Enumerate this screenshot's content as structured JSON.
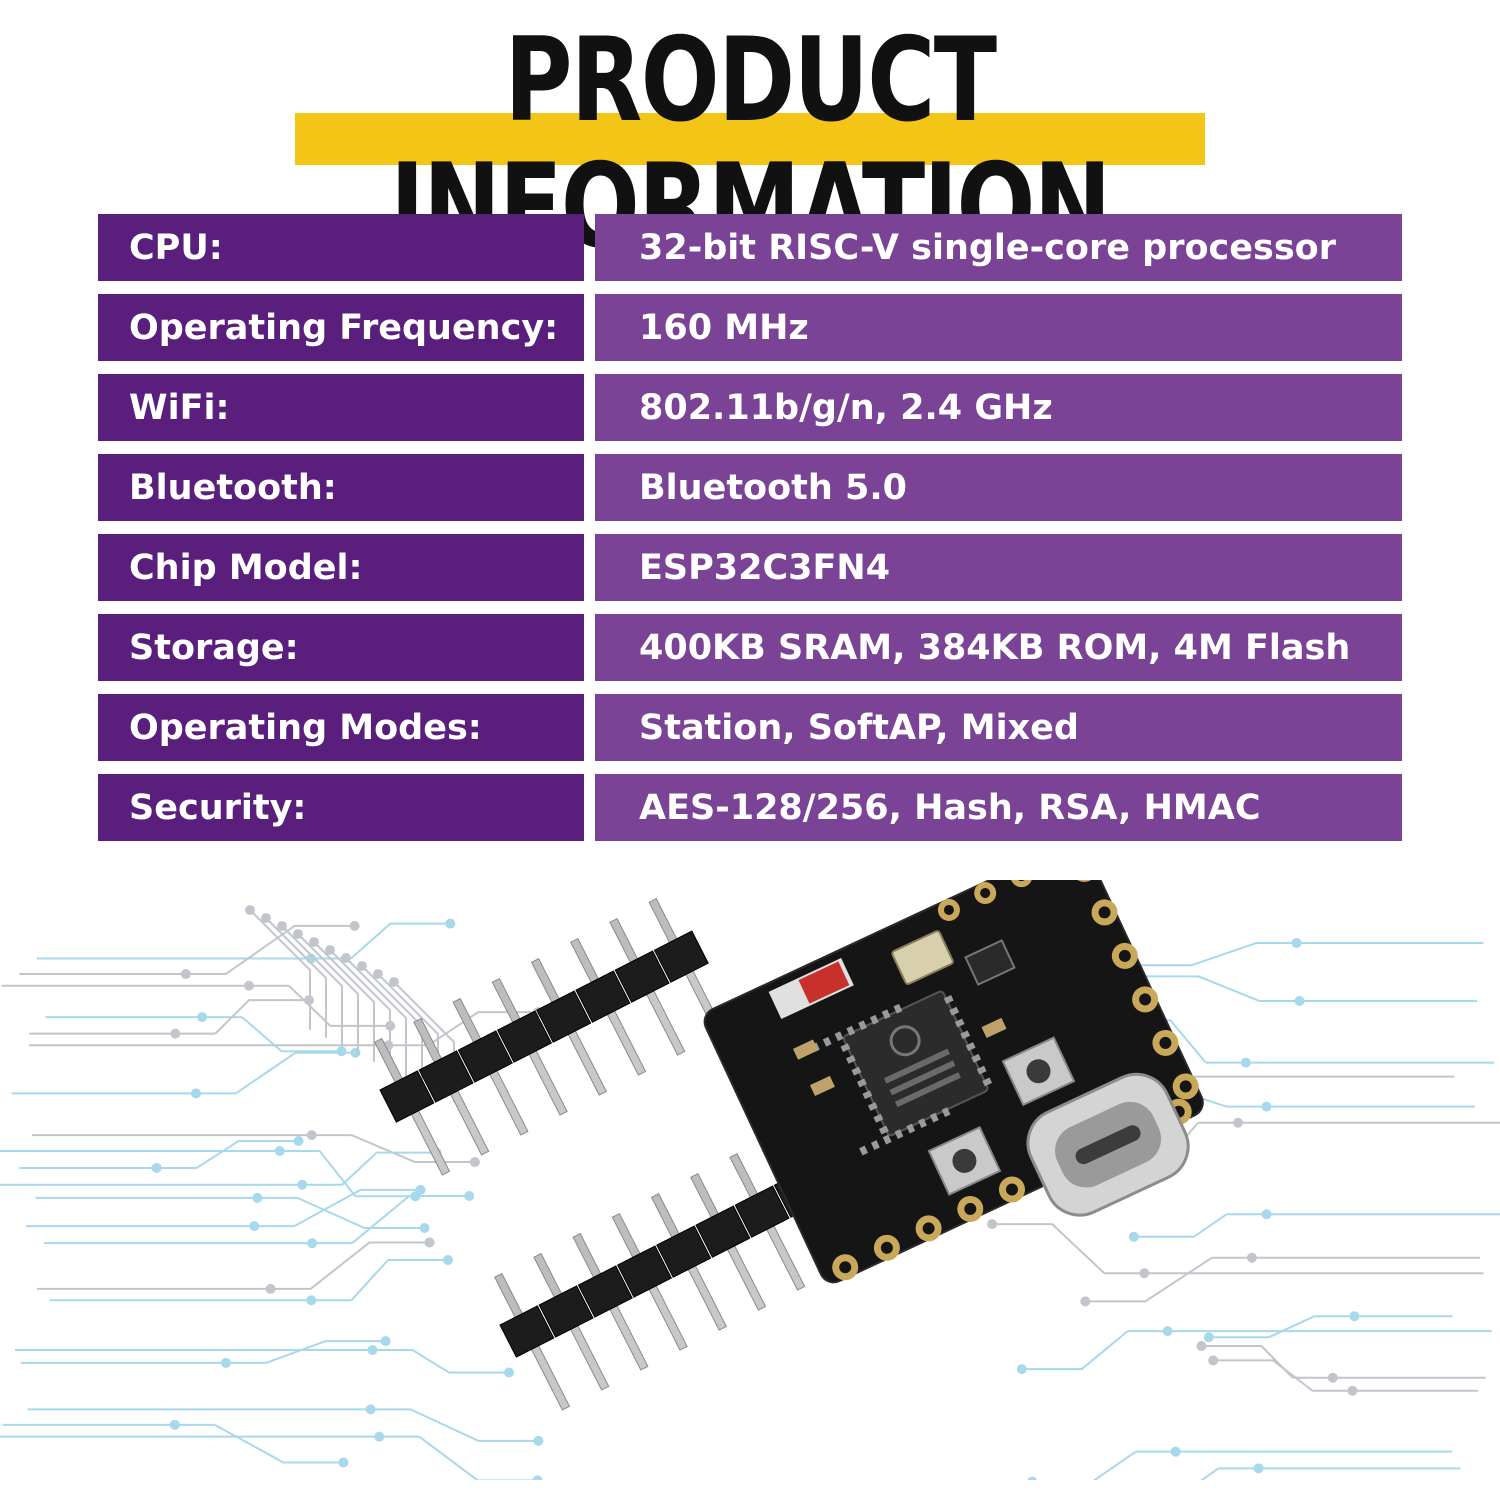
{
  "header": {
    "title": "PRODUCT INFORMATION"
  },
  "specs": [
    {
      "label": "CPU:",
      "value": "32-bit RISC-V single-core processor"
    },
    {
      "label": "Operating Frequency:",
      "value": "160 MHz"
    },
    {
      "label": "WiFi:",
      "value": "802.11b/g/n, 2.4 GHz"
    },
    {
      "label": "Bluetooth:",
      "value": "Bluetooth 5.0"
    },
    {
      "label": "Chip Model:",
      "value": "ESP32C3FN4"
    },
    {
      "label": "Storage:",
      "value": "400KB SRAM, 384KB ROM, 4M Flash"
    },
    {
      "label": "Operating Modes:",
      "value": "Station, SoftAP, Mixed"
    },
    {
      "label": "Security:",
      "value": "AES-128/256, Hash, RSA, HMAC"
    }
  ],
  "colors": {
    "label_bg": "#5a1e7c",
    "value_bg": "#7a4396",
    "title_underline": "#f2c516",
    "circuit_blue": "#a8d8ec",
    "circuit_gray": "#c2c6cc",
    "pcb": "#151515",
    "pad_gold": "#c9a85a"
  }
}
